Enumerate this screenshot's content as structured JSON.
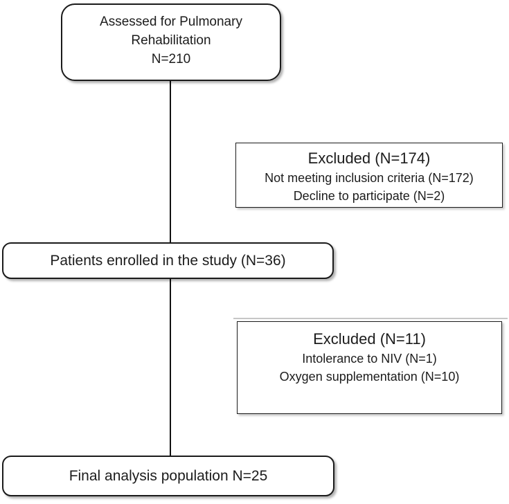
{
  "diagram": {
    "type": "study-flow-diagram",
    "assessed": {
      "lines": [
        "Assessed for Pulmonary",
        "Rehabilitation",
        "N=210"
      ]
    },
    "excluded1": {
      "title": "Excluded (N=174)",
      "items": [
        "Not meeting inclusion criteria (N=172)",
        "Decline to participate (N=2)"
      ]
    },
    "enrolled": {
      "label": "Patients enrolled in the study (N=36)"
    },
    "excluded2": {
      "title": "Excluded (N=11)",
      "items": [
        "Intolerance to NIV (N=1)",
        "Oxygen supplementation (N=10)"
      ]
    },
    "final": {
      "label": "Final analysis population N=25"
    }
  },
  "colors": {
    "border": "#1a1a1a",
    "text": "#1c1c1c",
    "background": "#ffffff",
    "connector": "#111111",
    "ghost_line": "#c6c6c6"
  }
}
